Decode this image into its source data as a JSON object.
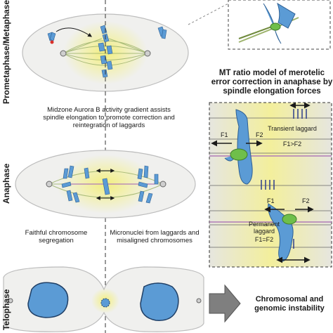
{
  "stage_labels": {
    "prometaphase": "Prometaphase/Metaphase",
    "anaphase": "Anaphase",
    "telophase": "Telophase"
  },
  "captions": {
    "midzone": "Midzone Aurora B activity gradient assists spindle elongation to promote correction and reintegration of laggards",
    "faithful": "Faithful chromosome segregation",
    "micronuclei": "Micronuclei from laggards and misaligned chromosomes",
    "instability": "Chromosomal and genomic instability"
  },
  "model_title": "MT ratio model of merotelic error correction in anaphase by spindle elongation forces",
  "forces": {
    "f1_top": "F1",
    "f2_top": "F2",
    "transient": "Transient laggard",
    "transient_relation": "F1>F2",
    "f1_bottom": "F1",
    "f2_bottom": "F2",
    "permanent": "Permanent laggard",
    "permanent_relation": "F1=F2"
  },
  "colors": {
    "chromosome": "#5b9bd5",
    "chromosome_outline": "#2e5f93",
    "kinetochore": "#6fbf4a",
    "microtubule": "#9db36c",
    "cell_fill": "#f2f2f0",
    "cell_outline": "#b8b8b8",
    "midzone_glow": "#f3ef7a",
    "panel_bg": "#e9e8c6",
    "midzone_stripe": "#b07bb7",
    "arrow_gray": "#7f7f7f"
  }
}
